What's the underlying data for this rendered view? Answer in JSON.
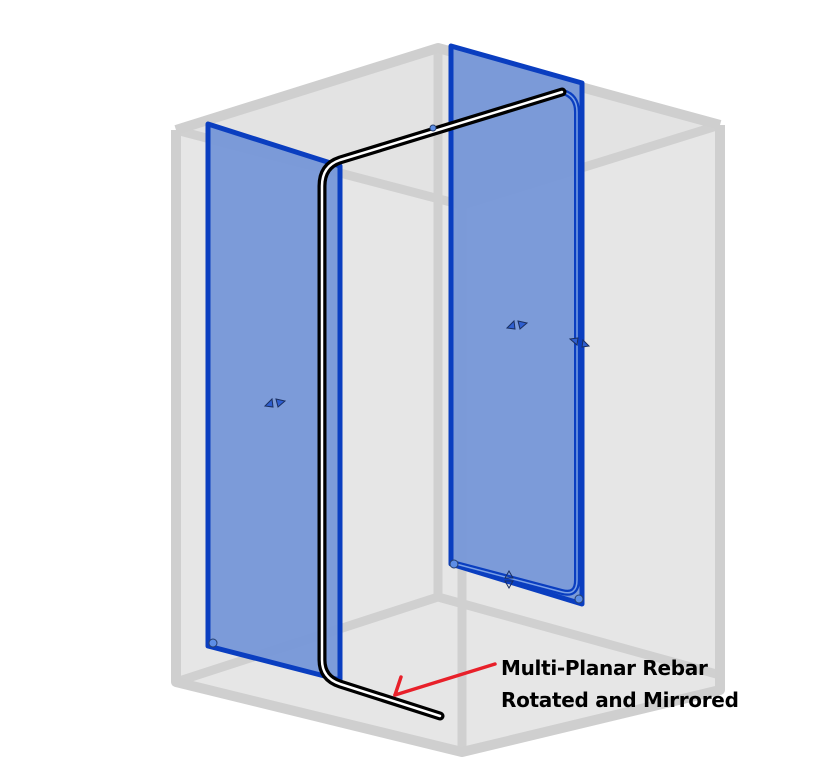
{
  "annotation": {
    "line1": "Multi-Planar Rebar",
    "line2": "Rotated and Mirrored",
    "arrow_color": "#e8202a",
    "text_color": "#000000"
  },
  "scene": {
    "background": "#ffffff",
    "host_box": {
      "fill": "#e4e4e4",
      "edge_color": "#cccccc"
    },
    "planes": [
      {
        "id": "left-plane",
        "fill": "#7898d8",
        "border": "#0a3ec0"
      },
      {
        "id": "right-plane",
        "fill": "#7898d8",
        "border": "#0a3ec0"
      }
    ],
    "rebar": {
      "outline": "#000000",
      "core": "#ffffff"
    },
    "grips": {
      "fill": "#3a6fd8",
      "stroke": "#1a2f60"
    }
  }
}
